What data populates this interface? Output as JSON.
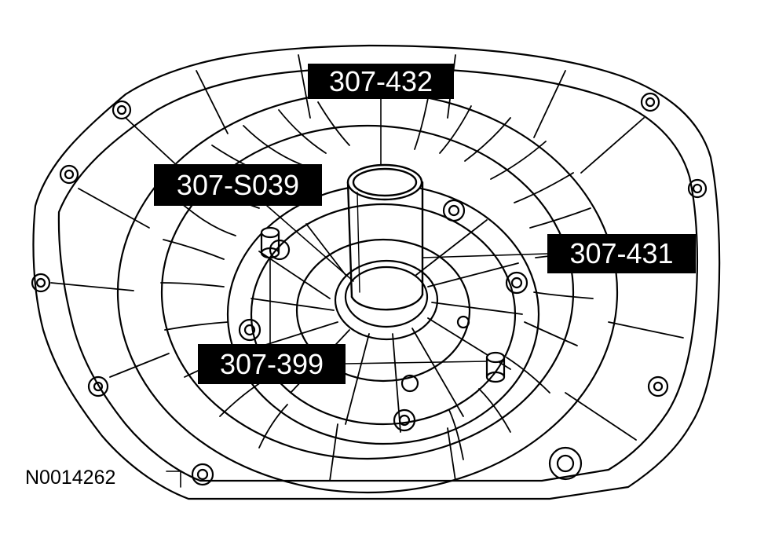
{
  "figure": {
    "id": "N0014262",
    "line_color": "#000000",
    "background": "#ffffff"
  },
  "callouts": [
    {
      "key": "c432",
      "label": "307-432"
    },
    {
      "key": "cS039",
      "label": "307-S039"
    },
    {
      "key": "c431",
      "label": "307-431"
    },
    {
      "key": "c399",
      "label": "307-399"
    }
  ]
}
